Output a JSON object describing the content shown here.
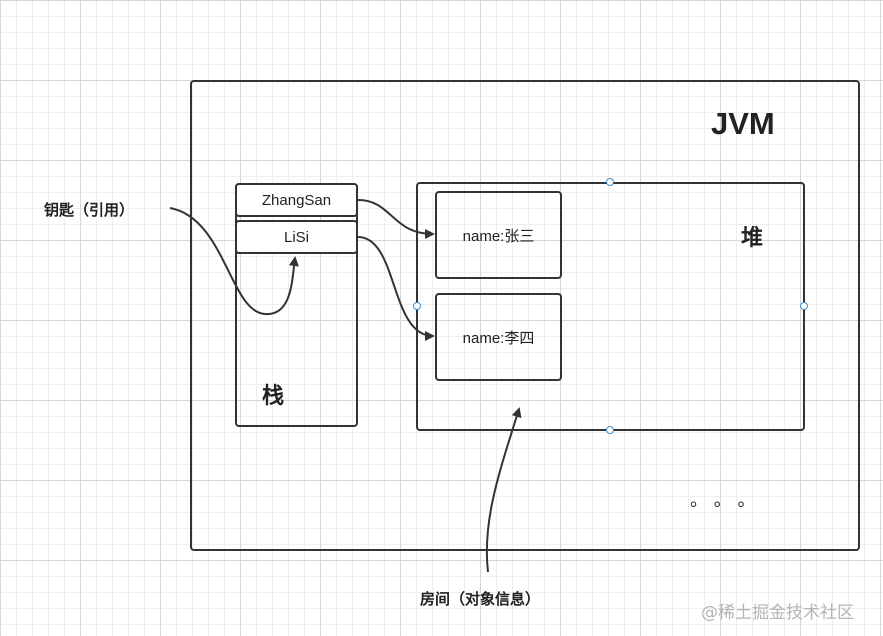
{
  "jvm": {
    "title": "JVM",
    "ellipsis": "。 。 。"
  },
  "stack": {
    "label": "栈",
    "cells": [
      {
        "text": "ZhangSan"
      },
      {
        "text": "LiSi"
      }
    ]
  },
  "heap": {
    "label": "堆",
    "objects": [
      {
        "text": "name:张三"
      },
      {
        "text": "name:李四"
      }
    ]
  },
  "annotations": {
    "key": "钥匙（引用）",
    "room": "房间（对象信息）"
  },
  "watermark": "@稀土掘金技术社区"
}
